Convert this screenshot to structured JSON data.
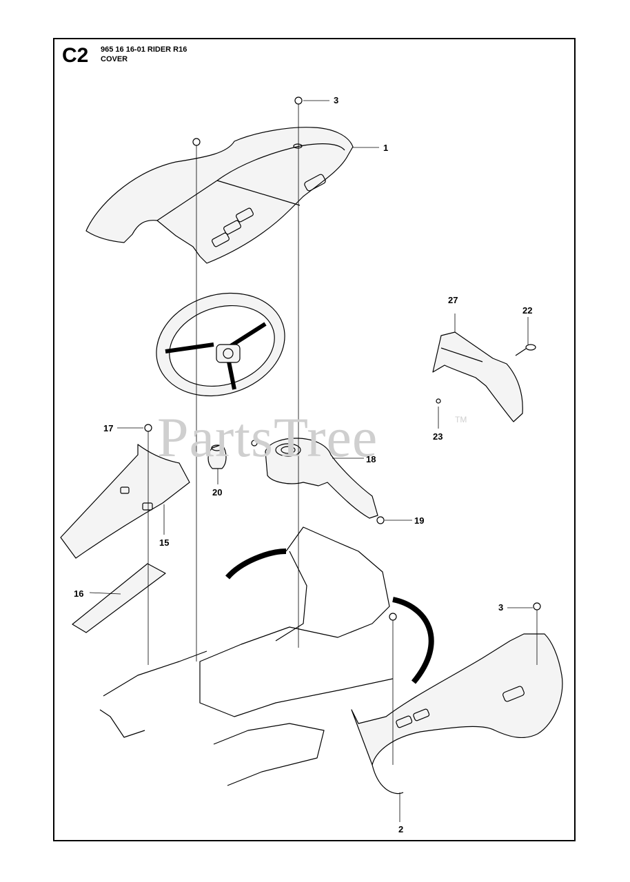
{
  "header": {
    "section_code": "C2",
    "model_line": "965 16 16-01 RIDER R16",
    "subtitle": "COVER"
  },
  "watermark": {
    "text": "PartsTree",
    "trademark": "TM"
  },
  "callouts": [
    {
      "num": "1"
    },
    {
      "num": "2"
    },
    {
      "num": "3"
    },
    {
      "num": "3"
    },
    {
      "num": "15"
    },
    {
      "num": "16"
    },
    {
      "num": "17"
    },
    {
      "num": "18"
    },
    {
      "num": "19"
    },
    {
      "num": "20"
    },
    {
      "num": "22"
    },
    {
      "num": "23"
    },
    {
      "num": "27"
    }
  ],
  "colors": {
    "line": "#000000",
    "watermark": "#cfcfcf",
    "fill": "#f4f4f4"
  }
}
